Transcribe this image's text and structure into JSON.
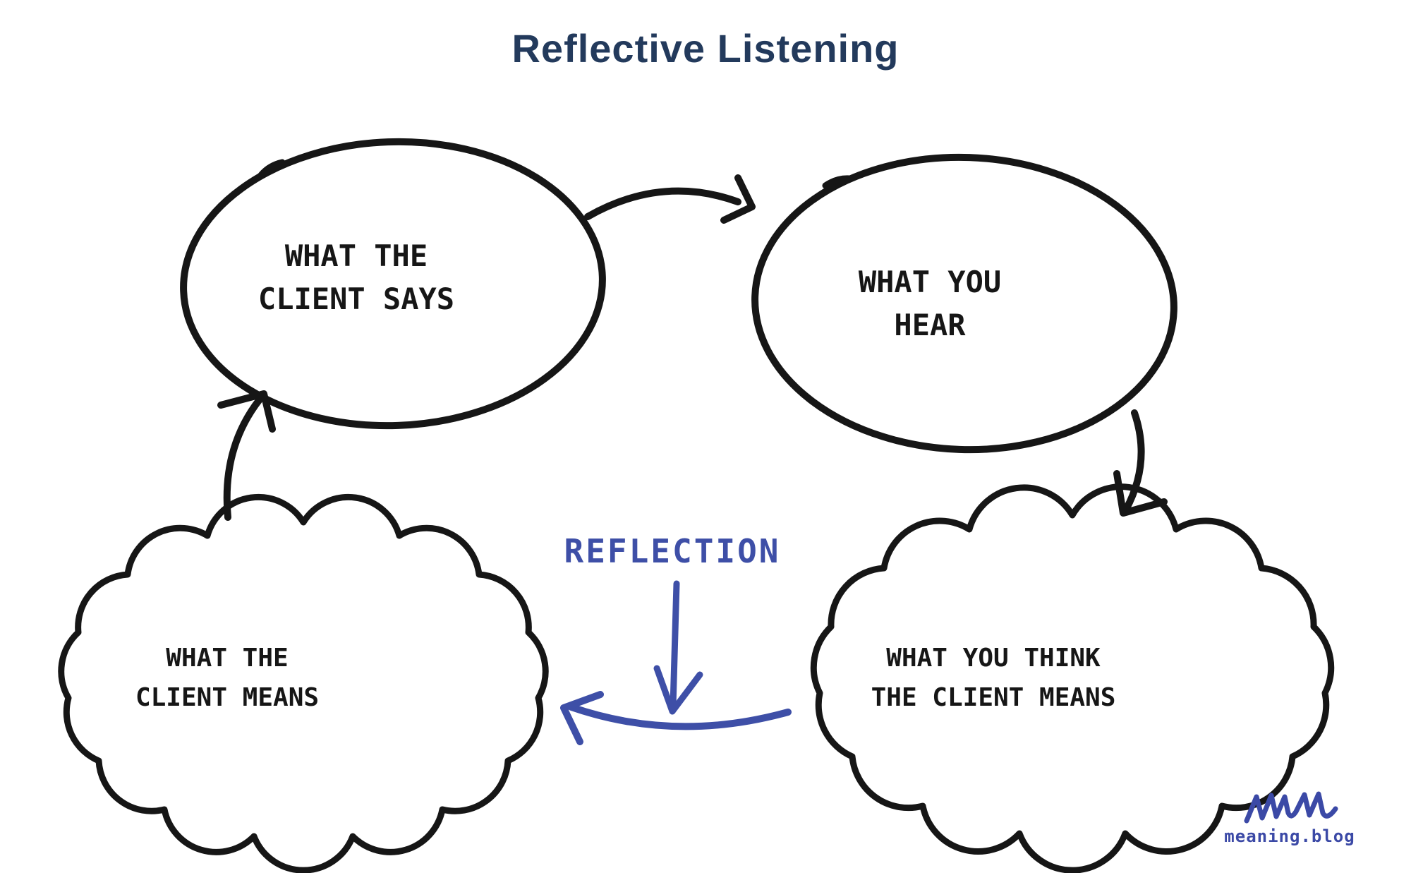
{
  "title": "Reflective Listening",
  "nodes": {
    "client_says": {
      "line1": "WHAT THE",
      "line2": "CLIENT SAYS",
      "shape": "ellipse"
    },
    "you_hear": {
      "line1": "WHAT YOU",
      "line2": "HEAR",
      "shape": "ellipse"
    },
    "think_client_means": {
      "line1": "WHAT YOU THINK",
      "line2": "THE CLIENT MEANS",
      "shape": "cloud"
    },
    "client_means": {
      "line1": "WHAT THE",
      "line2": "CLIENT MEANS",
      "shape": "cloud"
    }
  },
  "edges": [
    {
      "from": "client_says",
      "to": "you_hear",
      "style": "ink-curved-arrow"
    },
    {
      "from": "you_hear",
      "to": "think_client_means",
      "style": "ink-curved-arrow"
    },
    {
      "from": "client_means",
      "to": "client_says",
      "style": "ink-curved-arrow"
    },
    {
      "from": "think_client_means",
      "to": "client_means",
      "style": "blue-curved-arrow",
      "label": "REFLECTION"
    }
  ],
  "reflection_label": "REFLECTION",
  "logo": {
    "scribble_icon": "mm-scribble-icon",
    "text": "meaning.blog"
  },
  "colors": {
    "background": "#ffffff",
    "ink": "#161616",
    "accent_blue": "#3e4fa7",
    "logo_blue": "#3b49a6",
    "title_navy": "#233a5c"
  }
}
